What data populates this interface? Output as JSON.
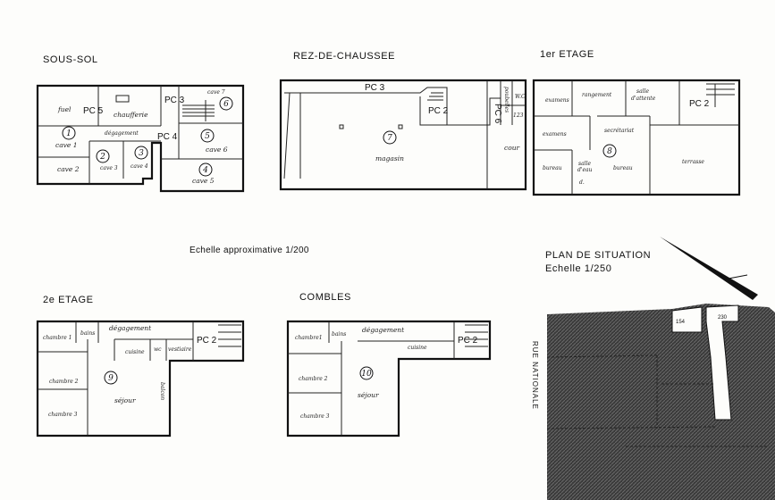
{
  "plans": {
    "sous_sol": {
      "title": "SOUS-SOL",
      "rooms": {
        "fuel": "fuel",
        "chaufferie": "chaufferie",
        "degagement": "dégagement",
        "cave1": "cave 1",
        "cave2": "cave 2",
        "cave3": "cave 3",
        "cave4": "cave 4",
        "cave5": "cave 5",
        "cave6": "cave 6",
        "cave7": "cave 7"
      },
      "pc": {
        "pc5": "PC 5",
        "pc3": "PC 3",
        "pc4": "PC 4"
      },
      "nums": [
        "1",
        "2",
        "3",
        "4",
        "5",
        "6"
      ]
    },
    "rez": {
      "title": "REZ-DE-CHAUSSEE",
      "rooms": {
        "magasin": "magasin",
        "cour": "cour",
        "poubelles": "poubelles",
        "wc": "W.C.",
        "v123": "123"
      },
      "pc": {
        "pc3": "PC 3",
        "pc2": "PC 2",
        "pc6": "PC 6"
      },
      "nums": [
        "7"
      ]
    },
    "etage1": {
      "title": "1er  ETAGE",
      "rooms": {
        "examens1": "examens",
        "rangement": "rangement",
        "salle_attente_1": "salle",
        "salle_attente_2": "d'attente",
        "examens2": "examens",
        "secretariat": "secrétariat",
        "bureau1": "bureau",
        "bureau2": "bureau",
        "terrasse": "terrasse",
        "salle_eau_1": "salle",
        "salle_eau_2": "d'eau",
        "d": "d."
      },
      "pc": {
        "pc2": "PC 2"
      },
      "nums": [
        "8"
      ]
    },
    "etage2": {
      "title": "2e  ETAGE",
      "rooms": {
        "chambre1": "chambre 1",
        "bains": "bains",
        "degagement": "dégagement",
        "cuisine": "cuisine",
        "wc": "wc",
        "vestiaire": "vestiaire",
        "chambre2": "chambre 2",
        "chambre3": "chambre 3",
        "sejour": "séjour",
        "balcon": "balcon"
      },
      "pc": {
        "pc2": "PC 2"
      },
      "nums": [
        "9"
      ]
    },
    "combles": {
      "title": "COMBLES",
      "rooms": {
        "chambre1": "chambre1",
        "bains": "bains",
        "degagement": "dégagement",
        "cuisine": "cuisine",
        "chambre2": "chambre 2",
        "chambre3": "chambre 3",
        "sejour": "séjour"
      },
      "pc": {
        "pc2": "PC 2"
      },
      "nums": [
        "10"
      ]
    }
  },
  "scale_label": "Echelle approximative 1/200",
  "situation": {
    "title": "PLAN DE SITUATION",
    "scale": "Echelle 1/250",
    "street": "RUE NATIONALE",
    "parcel_labels": [
      "154",
      "230"
    ]
  }
}
